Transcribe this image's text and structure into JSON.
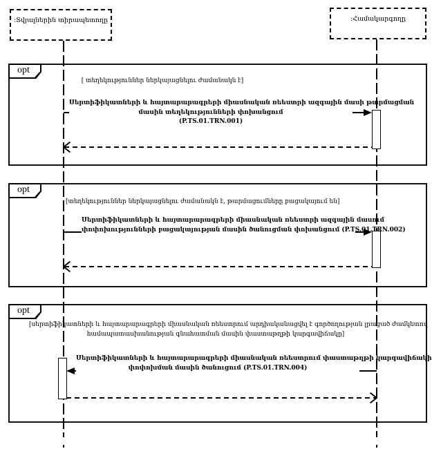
{
  "diagram": {
    "actors": [
      {
        "label": ":Տվյալներին տիրապետողը"
      },
      {
        "label": ":Համակարգողը"
      }
    ],
    "fragments": [
      {
        "operator": "opt",
        "guard_lines": [
          "[ տեղեկություններ ներկայացնելու ժամանակն է]"
        ],
        "message_lines": [
          "Սերտիֆիկատների և հայտարարագրերի միասնական ռեեստրի ազգային մասի թարմացման",
          "մասին տեղեկությունների փոխանցում",
          "(P.TS.01.TRN.001)"
        ]
      },
      {
        "operator": "opt",
        "guard_lines": [
          "[տեղեկություններ ներկայացնելու ժամանակն է, թարմացումները բացակայում են]"
        ],
        "message_lines": [
          "Սերտիֆիկատների և հայտարարագրերի միասնական ռեեստրի ազգային մասում",
          "փոփոխությունների բացակայության մասին ծանուցման փոխանցում (P.TS.01.TRN.002)"
        ]
      },
      {
        "operator": "opt",
        "guard_lines": [
          "[սերտիֆիկատների և հայտարարագրերի միասնական ռեեստրում արդիականացվել է գործողության լրացած ժամկետով",
          "համապատասխանության գնահատման մասին փաստաթղթի կարգավիճակը]"
        ],
        "message_lines": [
          "Սերտիֆիկատների և հայտարարագրերի միասնական ռեեստրում փաստաթղթի կարգավիճակի",
          "փոփոխման մասին ծանուցում (P.TS.01.TRN.004)"
        ]
      }
    ],
    "colors": {
      "line": "#000000",
      "background": "#ffffff"
    }
  }
}
